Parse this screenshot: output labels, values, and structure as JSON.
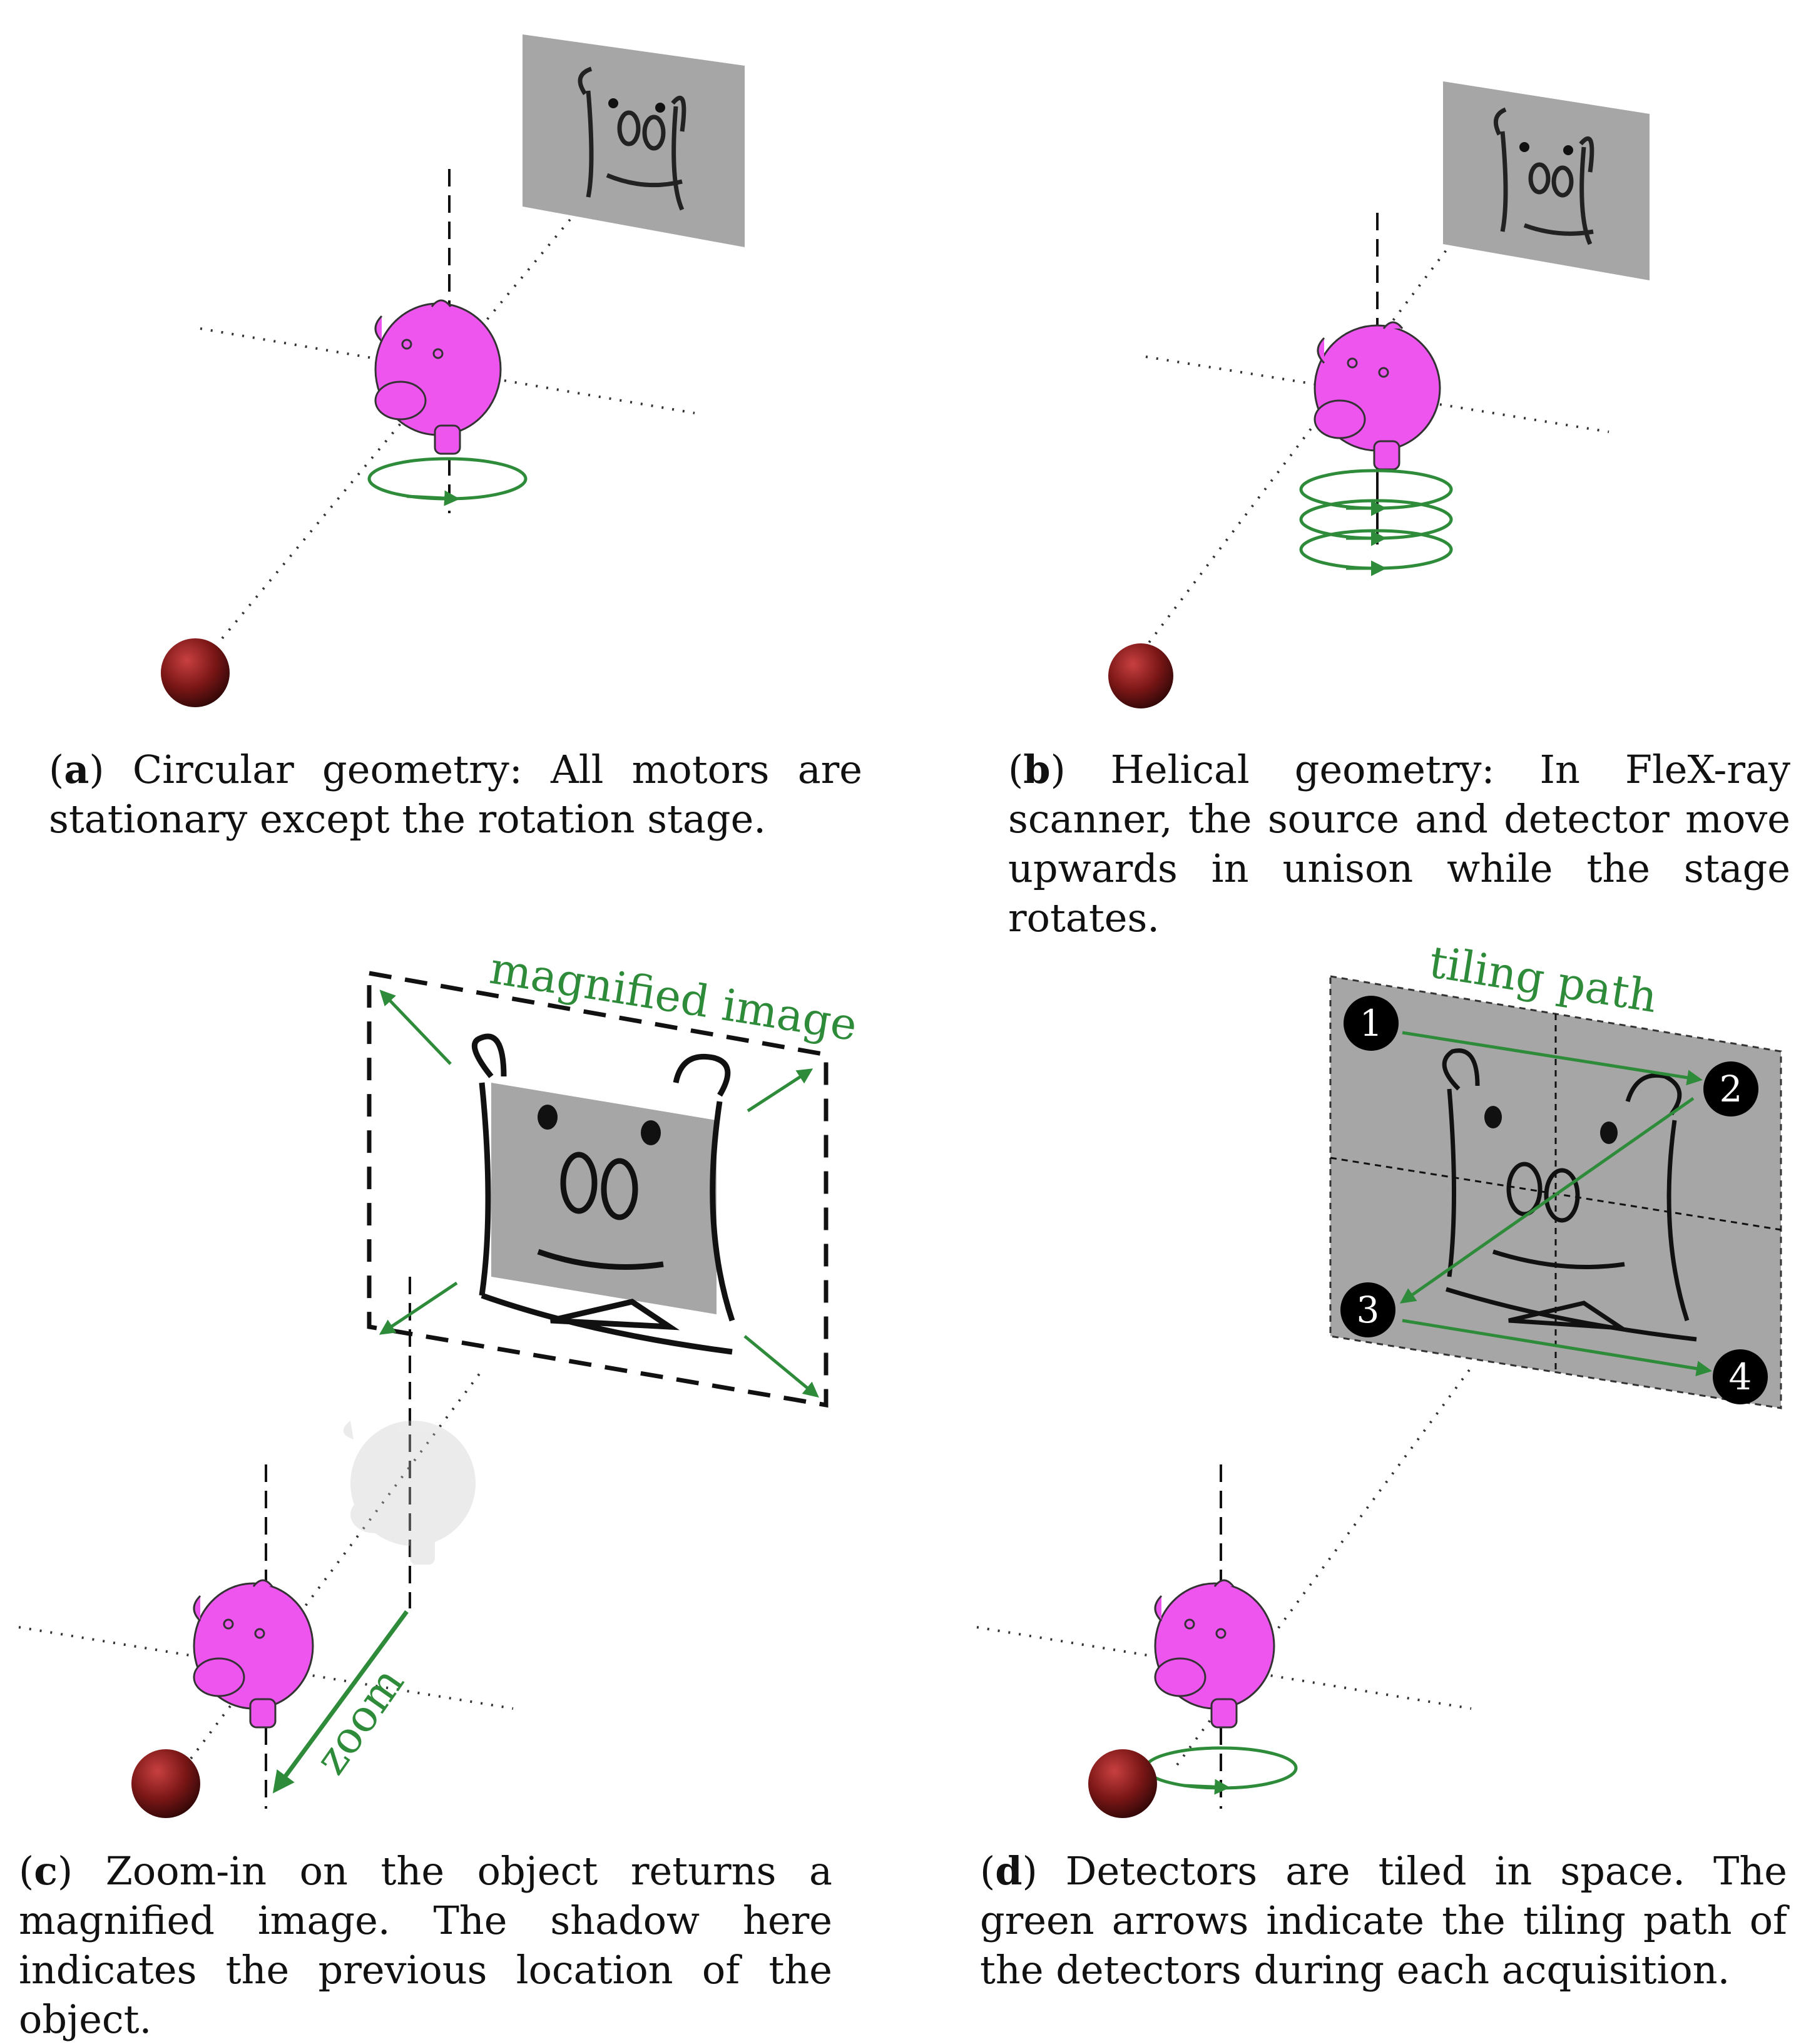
{
  "panels": {
    "a": {
      "tag": "a",
      "caption": "Circular geometry: All motors are stationary except the rotation stage."
    },
    "b": {
      "tag": "b",
      "caption": "Helical geometry: In FleX-ray scanner, the source and detector move upwards in unison while the stage rotates."
    },
    "c": {
      "tag": "c",
      "caption": "Zoom-in on the object returns a magnified image. The shadow here indicates the previous location of the object.",
      "label_magnified": "magnified image",
      "label_zoom": "zoom"
    },
    "d": {
      "tag": "d",
      "caption": "Detectors are tiled in space. The green arrows indicate the tiling path of the detectors during each acquisition.",
      "label_path": "tiling path",
      "markers": [
        "1",
        "2",
        "3",
        "4"
      ]
    }
  },
  "colors": {
    "object": "#ee55ee",
    "detector": "#a6a6a6",
    "source": "#8c1c1c",
    "arrow": "#2e8b3a"
  }
}
